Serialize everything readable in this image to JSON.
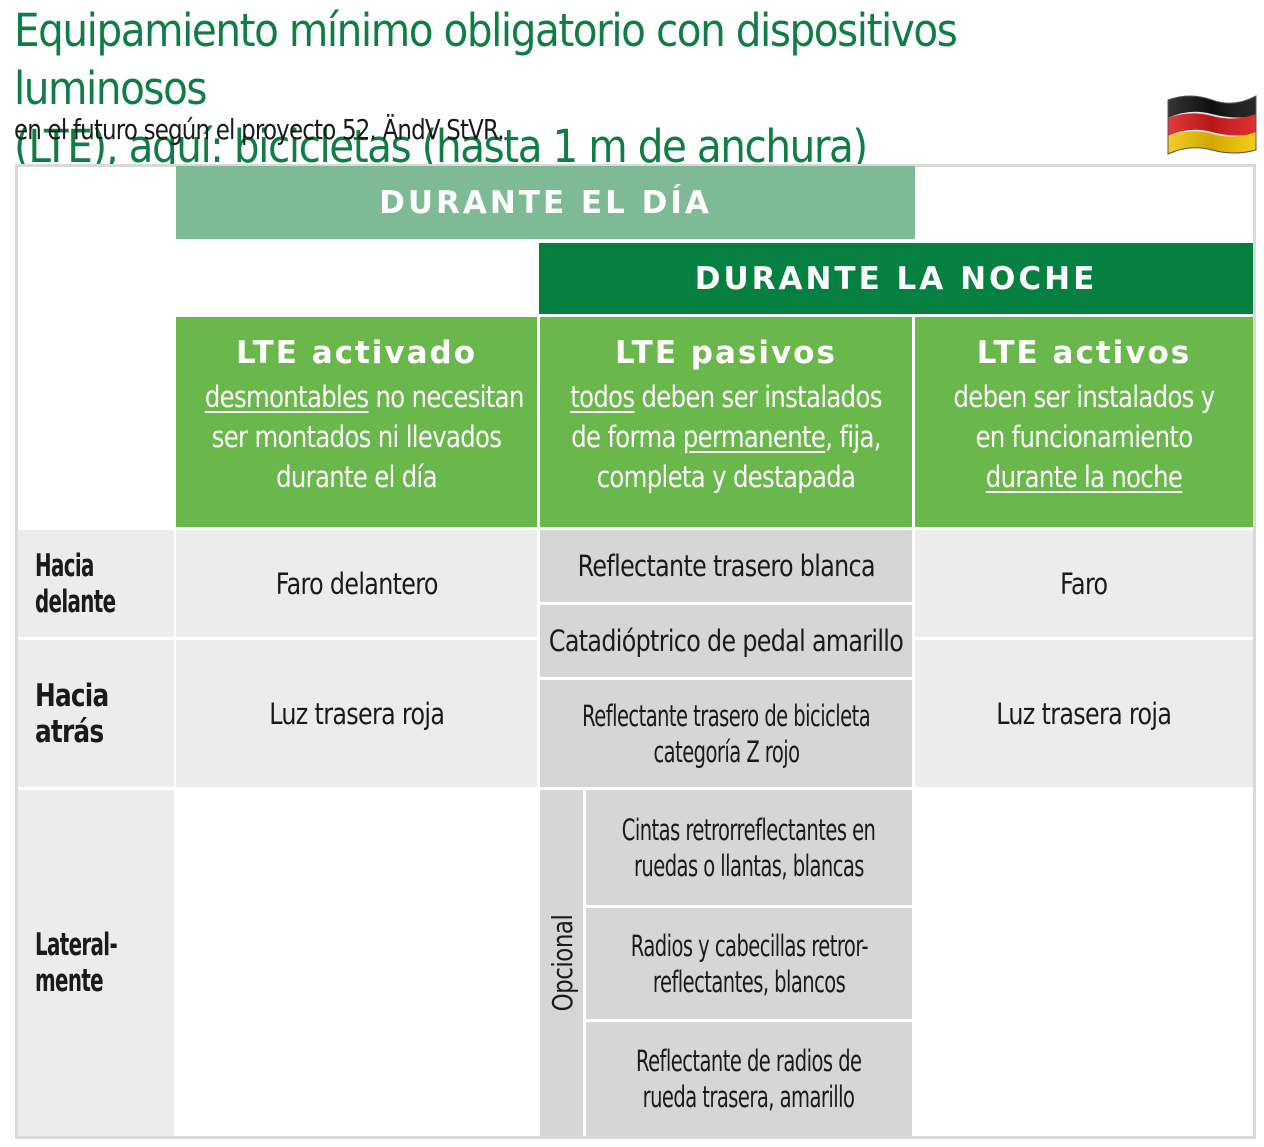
{
  "title": "Equipamiento mínimo obligatorio con dispositivos luminosos (LTE), aquí: bicicletas (hasta 1 m de anchura)",
  "title_line1": "Equipamiento mínimo obligatorio con dispositivos luminosos",
  "title_line2": "(LTE), aquí: bicicletas (hasta 1 m de anchura)",
  "subtitle": "en el futuro según el proyecto 52. ÄndV StVR.",
  "flag_icon": "germany-flag-icon",
  "colors": {
    "title": "#0f7d45",
    "day_band": "#7fba96",
    "night_band": "#058040",
    "header_green": "#6ab84c",
    "row_light": "#ececec",
    "row_gray": "#d6d6d6"
  },
  "bands": {
    "day": "DURANTE EL DÍA",
    "night": "DURANTE LA NOCHE"
  },
  "columns": [
    {
      "title": "LTE activado",
      "desc_line1_u": "desmontables",
      "desc_line1_rest": " no necesitan",
      "desc_line2": "ser montados ni llevados",
      "desc_line3": "durante el día"
    },
    {
      "title": "LTE pasivos",
      "desc_line1_u": "todos",
      "desc_line1_rest": " deben ser instalados",
      "desc_line2_pre": "de forma ",
      "desc_line2_u": "permanente",
      "desc_line2_post": ", fija,",
      "desc_line3": "completa y destapada"
    },
    {
      "title": "LTE activos",
      "desc_line1": "deben ser instalados y",
      "desc_line2": "en funcionamiento",
      "desc_line3_u": "durante la noche"
    }
  ],
  "rows": {
    "front": {
      "label_line1": "Hacia",
      "label_line2": "delante",
      "active_day": "Faro delantero",
      "passive": "Reflectante trasero blanca",
      "active_night": "Faro"
    },
    "pedal": "Catadióptrico de pedal amarillo",
    "rear": {
      "label": "Hacia atrás",
      "active_day": "Luz trasera roja",
      "passive_line1": "Reflectante trasero de bicicleta",
      "passive_line2": "categoría Z rojo",
      "active_night": "Luz trasera roja"
    },
    "side": {
      "label_line1": "Lateral-",
      "label_line2": "mente",
      "optional_label": "Opcional",
      "items": [
        {
          "line1": "Cintas retrorreflectantes en",
          "line2": "ruedas o llantas, blancas"
        },
        {
          "line1": "Radios y cabecillas retror-",
          "line2": "reflectantes, blancos"
        },
        {
          "line1": "Reflectante de radios de",
          "line2": "rueda trasera, amarillo"
        }
      ]
    }
  }
}
